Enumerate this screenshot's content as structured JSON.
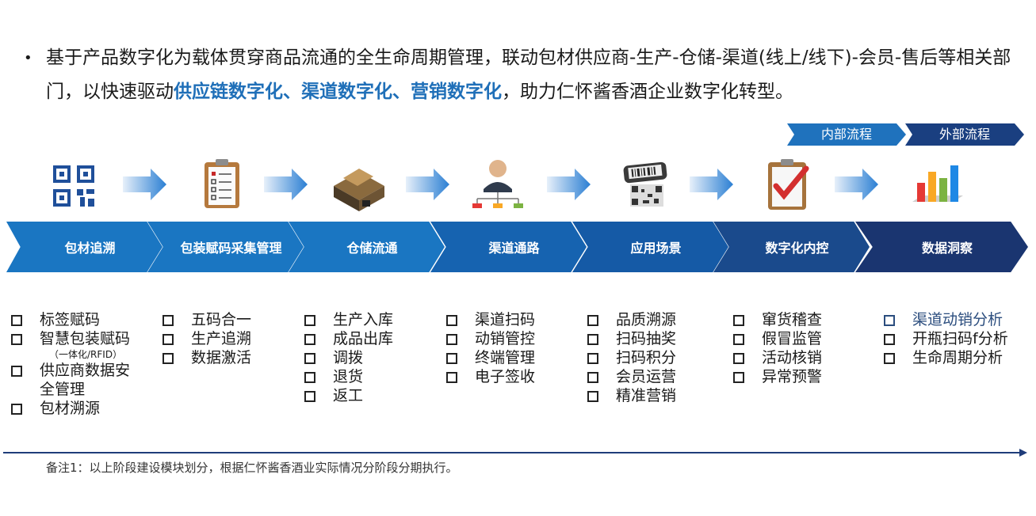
{
  "intro": {
    "bullet": "•",
    "part1": "基于产品数字化为载体贯穿商品流通的全生命周期管理，联动包材供应商-生产-仓储-渠道(线上/线下)-会员-售后等相关部门，以快速驱动",
    "highlight": "供应链数字化、渠道数字化、营销数字化",
    "part2": "，助力仁怀酱香酒企业数字化转型。"
  },
  "flow_tags": {
    "inner": "内部流程",
    "outer": "外部流程"
  },
  "icons": [
    "qr-code-icon",
    "clipboard-checklist-icon",
    "warehouse-icon",
    "person-org-chart-icon",
    "phone-scan-qr-icon",
    "clipboard-check-icon",
    "bar-chart-icon"
  ],
  "stages": [
    {
      "label": "包材追溯",
      "color": "#1a76c2"
    },
    {
      "label": "包装赋码采集管理",
      "color": "#1a76c2"
    },
    {
      "label": "仓储流通",
      "color": "#1a76c2"
    },
    {
      "label": "渠道通路",
      "color": "#1663b0"
    },
    {
      "label": "应用场景",
      "color": "#155aa6"
    },
    {
      "label": "数字化内控",
      "color": "#1a4a8c"
    },
    {
      "label": "数据洞察",
      "color": "#1a3570"
    }
  ],
  "columns": [
    {
      "items": [
        {
          "label": "标签赋码"
        },
        {
          "label": "智慧包装赋码",
          "sub": "（一体化/RFID）"
        },
        {
          "label": "供应商数据安全管理"
        },
        {
          "label": "包材溯源"
        }
      ]
    },
    {
      "items": [
        {
          "label": "五码合一"
        },
        {
          "label": "生产追溯"
        },
        {
          "label": "数据激活"
        }
      ]
    },
    {
      "items": [
        {
          "label": "生产入库"
        },
        {
          "label": "成品出库"
        },
        {
          "label": "调拨"
        },
        {
          "label": "退货"
        },
        {
          "label": "返工"
        }
      ]
    },
    {
      "items": [
        {
          "label": "渠道扫码"
        },
        {
          "label": "动销管控"
        },
        {
          "label": "终端管理"
        },
        {
          "label": "电子签收"
        }
      ]
    },
    {
      "items": [
        {
          "label": "品质溯源"
        },
        {
          "label": "扫码抽奖"
        },
        {
          "label": "扫码积分"
        },
        {
          "label": "会员运营"
        },
        {
          "label": "精准营销"
        }
      ]
    },
    {
      "items": [
        {
          "label": "窜货稽查"
        },
        {
          "label": "假冒监管"
        },
        {
          "label": "活动核销"
        },
        {
          "label": "异常预警"
        }
      ]
    },
    {
      "items": [
        {
          "label": "渠道动销分析"
        },
        {
          "label": "开瓶扫码f分析"
        },
        {
          "label": "生命周期分析"
        }
      ]
    }
  ],
  "note": "备注1：以上阶段建设模块划分，根据仁怀酱香酒业实际情况分阶段分期执行。"
}
